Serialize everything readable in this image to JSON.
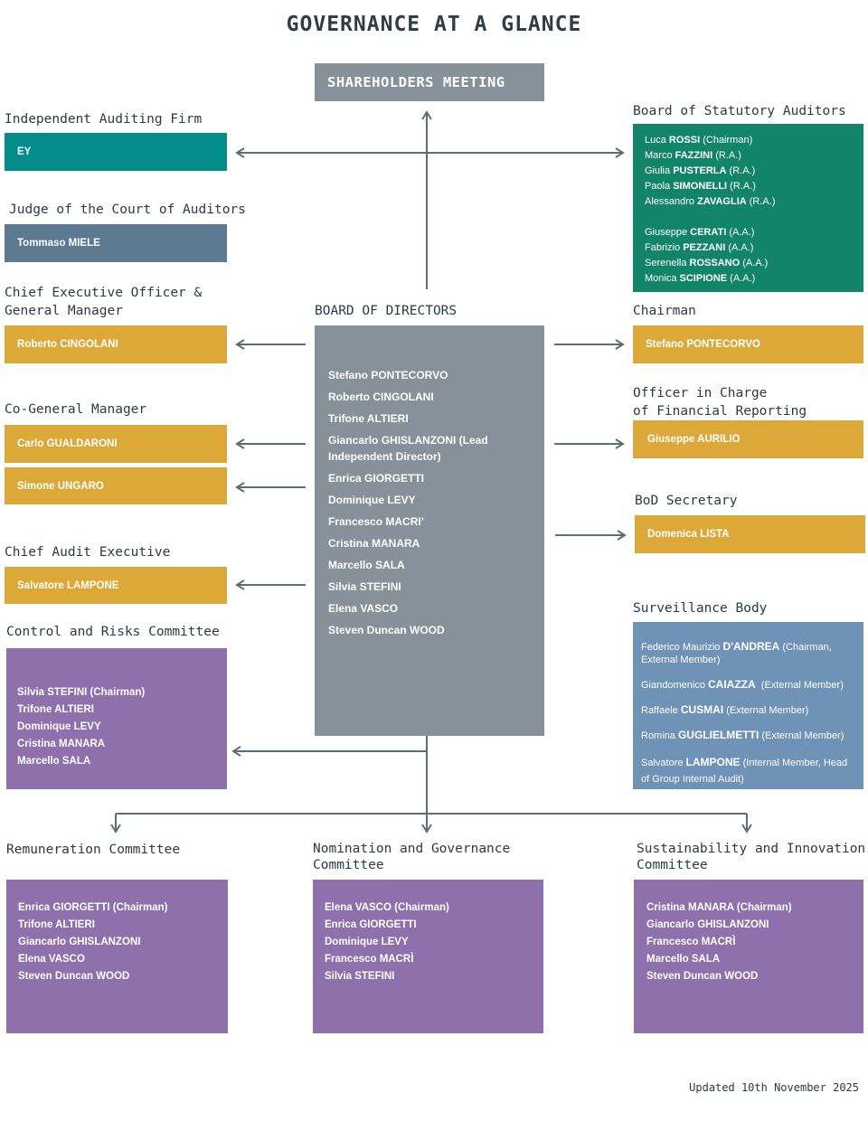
{
  "title": "GOVERNANCE AT A GLANCE",
  "shareholders_meeting": "SHAREHOLDERS MEETING",
  "auditing_firm": {
    "heading": "Independent Auditing Firm",
    "name": "EY"
  },
  "court_judge": {
    "heading": "Judge of the Court of Auditors",
    "name": "Tommaso  MIELE"
  },
  "statutory_auditors": {
    "heading": "Board of Statutory Auditors",
    "members": [
      {
        "first": "Luca",
        "last": "ROSSI",
        "role": "(Chairman)"
      },
      {
        "first": "Marco",
        "last": "FAZZINI",
        "role": "(R.A.)"
      },
      {
        "first": "Giulia",
        "last": "PUSTERLA",
        "role": "(R.A.)"
      },
      {
        "first": "Paola",
        "last": "SIMONELLI",
        "role": "(R.A.)"
      },
      {
        "first": "Alessandro",
        "last": "ZAVAGLIA",
        "role": " (R.A.)"
      }
    ],
    "alternates": [
      {
        "first": "Giuseppe",
        "last": "CERATI",
        "role": "(A.A.)"
      },
      {
        "first": "Fabrizio",
        "last": "PEZZANI",
        "role": "(A.A.)"
      },
      {
        "first": "Serenella",
        "last": "ROSSANO",
        "role": "(A.A.)"
      },
      {
        "first": "Monica",
        "last": "SCIPIONE",
        "role": "(A.A.)"
      }
    ]
  },
  "ceo": {
    "heading_line1": "Chief Executive Officer &",
    "heading_line2": "General Manager",
    "name": "Roberto CINGOLANI"
  },
  "co_gm": {
    "heading": "Co-General Manager",
    "names": [
      "Carlo GUALDARONI",
      "Simone UNGARO"
    ]
  },
  "cae": {
    "heading": "Chief Audit Executive",
    "name": "Salvatore LAMPONE"
  },
  "control_risks": {
    "heading": "Control and Risks Committee",
    "members": [
      "Silvia STEFINI  (Chairman)",
      "Trifone ALTIERI",
      "Dominique LEVY",
      "Cristina MANARA",
      "Marcello SALA"
    ]
  },
  "board": {
    "heading": "BOARD OF DIRECTORS",
    "members": [
      "Stefano PONTECORVO",
      "Roberto CINGOLANI",
      "Trifone ALTIERI",
      "Giancarlo GHISLANZONI  (Lead Independent Director)",
      "Enrica GIORGETTI",
      "Dominique LEVY",
      "Francesco MACRI’",
      "Cristina MANARA",
      "Marcello SALA",
      "Silvia STEFINI",
      "Elena VASCO",
      "Steven Duncan WOOD"
    ]
  },
  "chairman": {
    "heading": "Chairman",
    "name": "Stefano PONTECORVO"
  },
  "financial_officer": {
    "heading_line1": "Officer in Charge",
    "heading_line2": "of Financial Reporting",
    "name": "Giuseppe AURILIO"
  },
  "secretary": {
    "heading": "BoD Secretary",
    "name": "Domenica LISTA"
  },
  "surveillance": {
    "heading": "Surveillance Body",
    "members": [
      {
        "first": "Federico Maurizio",
        "last": "D'ANDREA",
        "role": " (Chairman, External Member)"
      },
      {
        "first": "Giandomenico",
        "last": "CAIAZZA",
        "role": "  (External Member)"
      },
      {
        "first": "Raffaele",
        "last": "CUSMAI",
        "role": " (External Member)"
      },
      {
        "first": "Romina",
        "last": "GUGLIELMETTI",
        "role": " (External Member)"
      },
      {
        "first": "Salvatore",
        "last": "LAMPONE",
        "role": " (Internal Member, Head of Group Internal Audit)"
      }
    ]
  },
  "remuneration": {
    "heading": "Remuneration Committee",
    "members": [
      "Enrica GIORGETTI  (Chairman)",
      "Trifone ALTIERI",
      "Giancarlo GHISLANZONI",
      "Elena VASCO",
      "Steven Duncan WOOD"
    ]
  },
  "nomination": {
    "heading_line1": "Nomination and Governance",
    "heading_line2": "Committee",
    "members": [
      "Elena VASCO  (Chairman)",
      "Enrica GIORGETTI",
      "Dominique LEVY",
      "Francesco MACRÌ",
      "Silvia STEFINI"
    ]
  },
  "sustainability": {
    "heading_line1": "Sustainability and Innovation",
    "heading_line2": "Committee",
    "members": [
      "Cristina MANARA  (Chairman)",
      "Giancarlo GHISLANZONI",
      "Francesco MACRÌ",
      "Marcello SALA",
      "Steven Duncan WOOD"
    ]
  },
  "footer": "Updated 10th November 2025",
  "colors": {
    "teal": "#028c8a",
    "slate": "#5c7a92",
    "gold": "#dca938",
    "green": "#11846a",
    "grey": "#87919a",
    "purple": "#8e70ad",
    "blue": "#6f93b6",
    "connector": "#5f6d77"
  }
}
